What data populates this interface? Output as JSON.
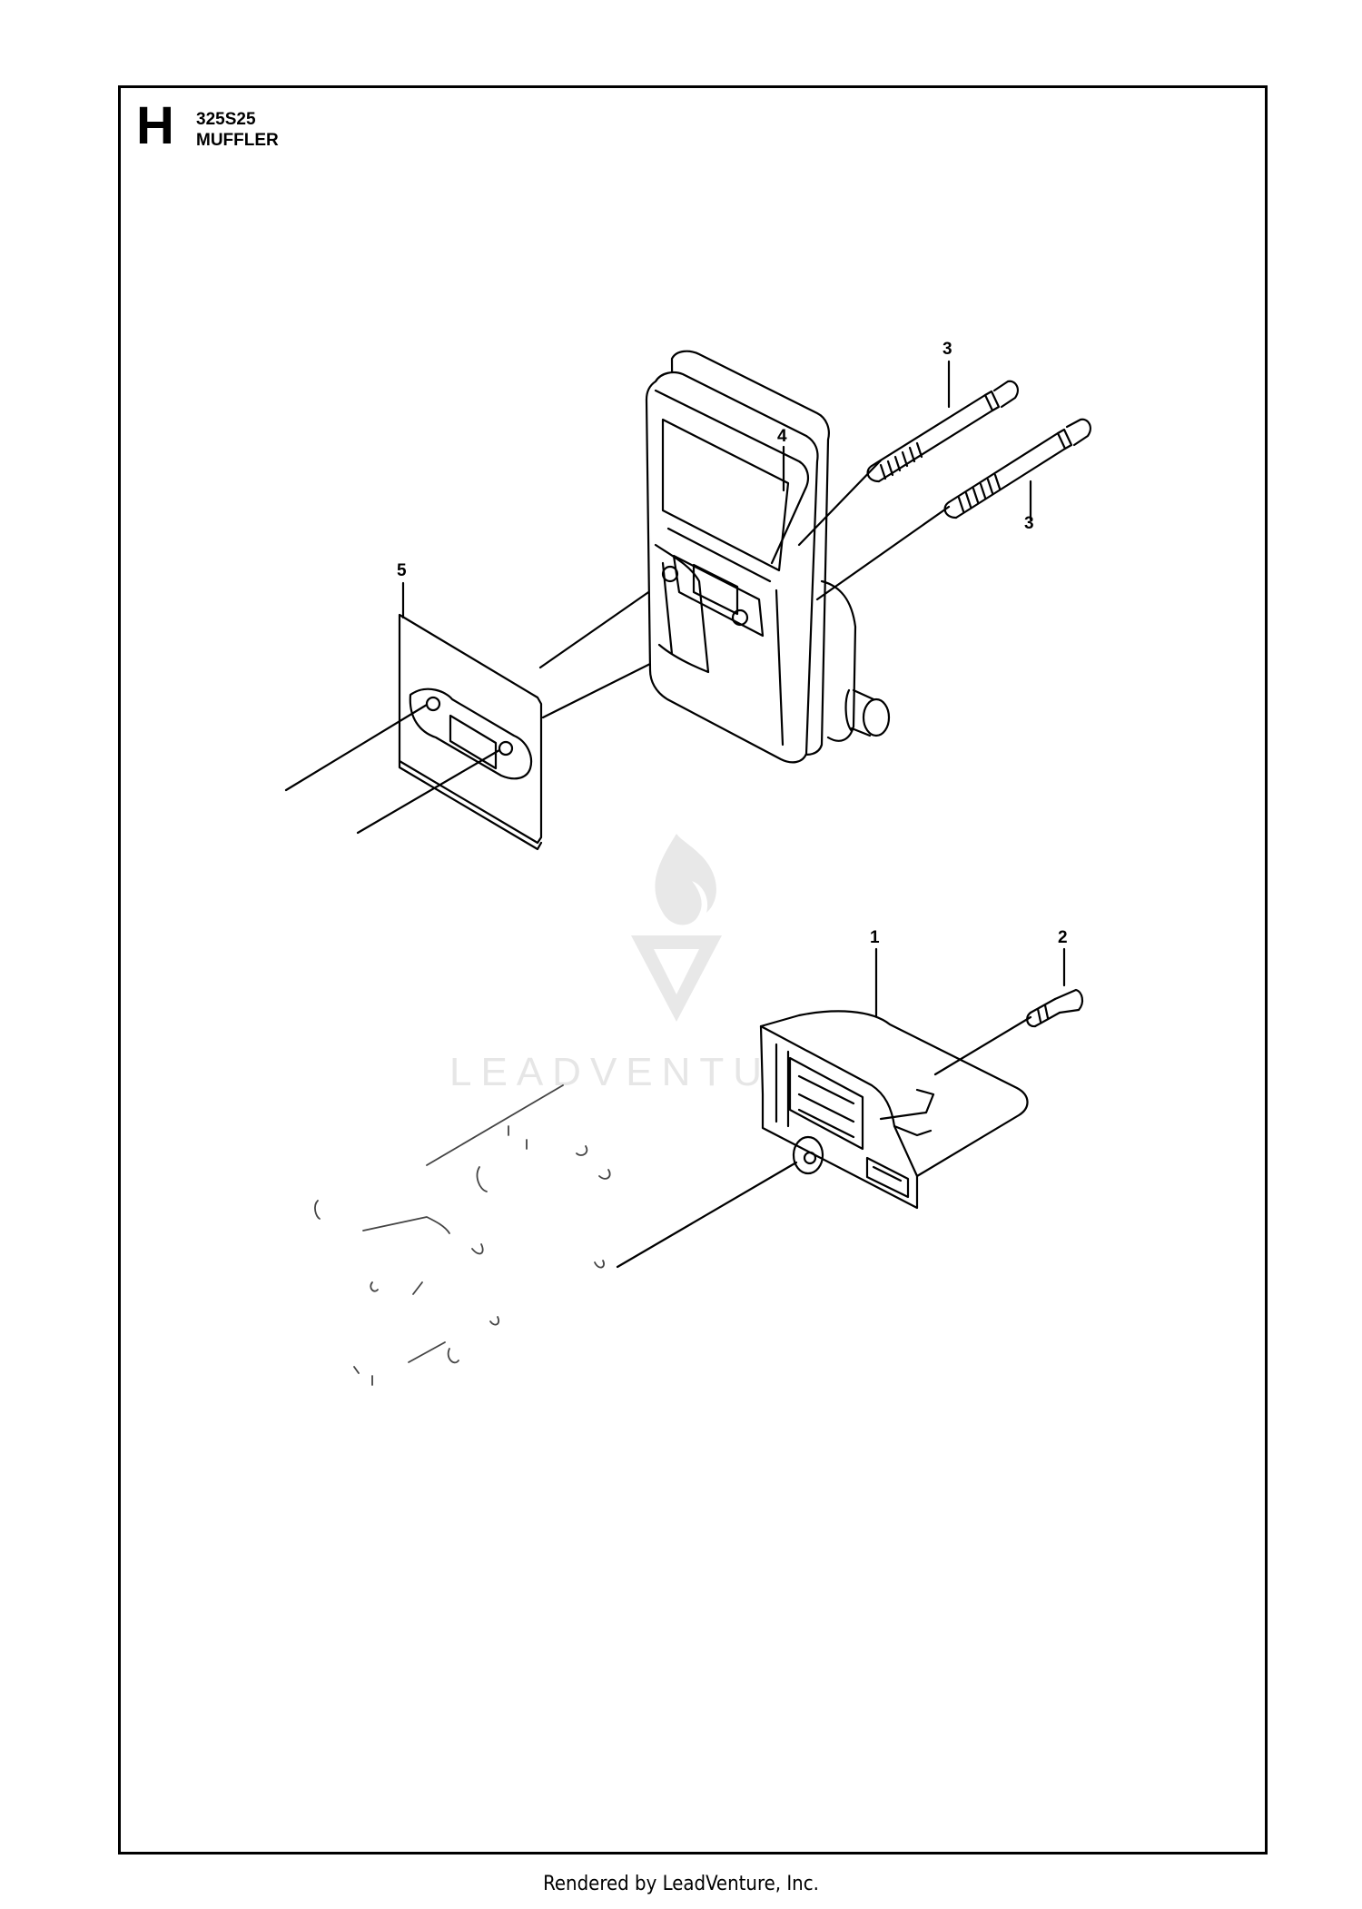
{
  "header": {
    "section_letter": "H",
    "model": "325S25",
    "title": "MUFFLER"
  },
  "callouts": [
    {
      "id": "callout-3a",
      "label": "3"
    },
    {
      "id": "callout-4",
      "label": "4"
    },
    {
      "id": "callout-3b",
      "label": "3"
    },
    {
      "id": "callout-5",
      "label": "5"
    },
    {
      "id": "callout-1",
      "label": "1"
    },
    {
      "id": "callout-2",
      "label": "2"
    }
  ],
  "watermark": {
    "text": "LEADVENTURE",
    "icon": "flame-logo-icon",
    "color": "#e6e6e6"
  },
  "footer": {
    "text": "Rendered by LeadVenture, Inc."
  }
}
